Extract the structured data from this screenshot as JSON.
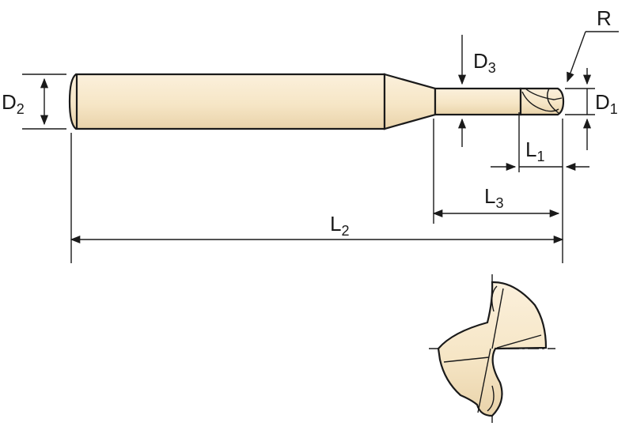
{
  "labels": {
    "R": "R",
    "D1": {
      "letter": "D",
      "sub": "1"
    },
    "D2": {
      "letter": "D",
      "sub": "2"
    },
    "D3": {
      "letter": "D",
      "sub": "3"
    },
    "L1": {
      "letter": "L",
      "sub": "1"
    },
    "L2": {
      "letter": "L",
      "sub": "2"
    },
    "L3": {
      "letter": "L",
      "sub": "3"
    }
  },
  "colors": {
    "tool_body_light": "#fbf0dc",
    "tool_body_dark": "#e9d3aa",
    "line": "#1a1a1a"
  }
}
